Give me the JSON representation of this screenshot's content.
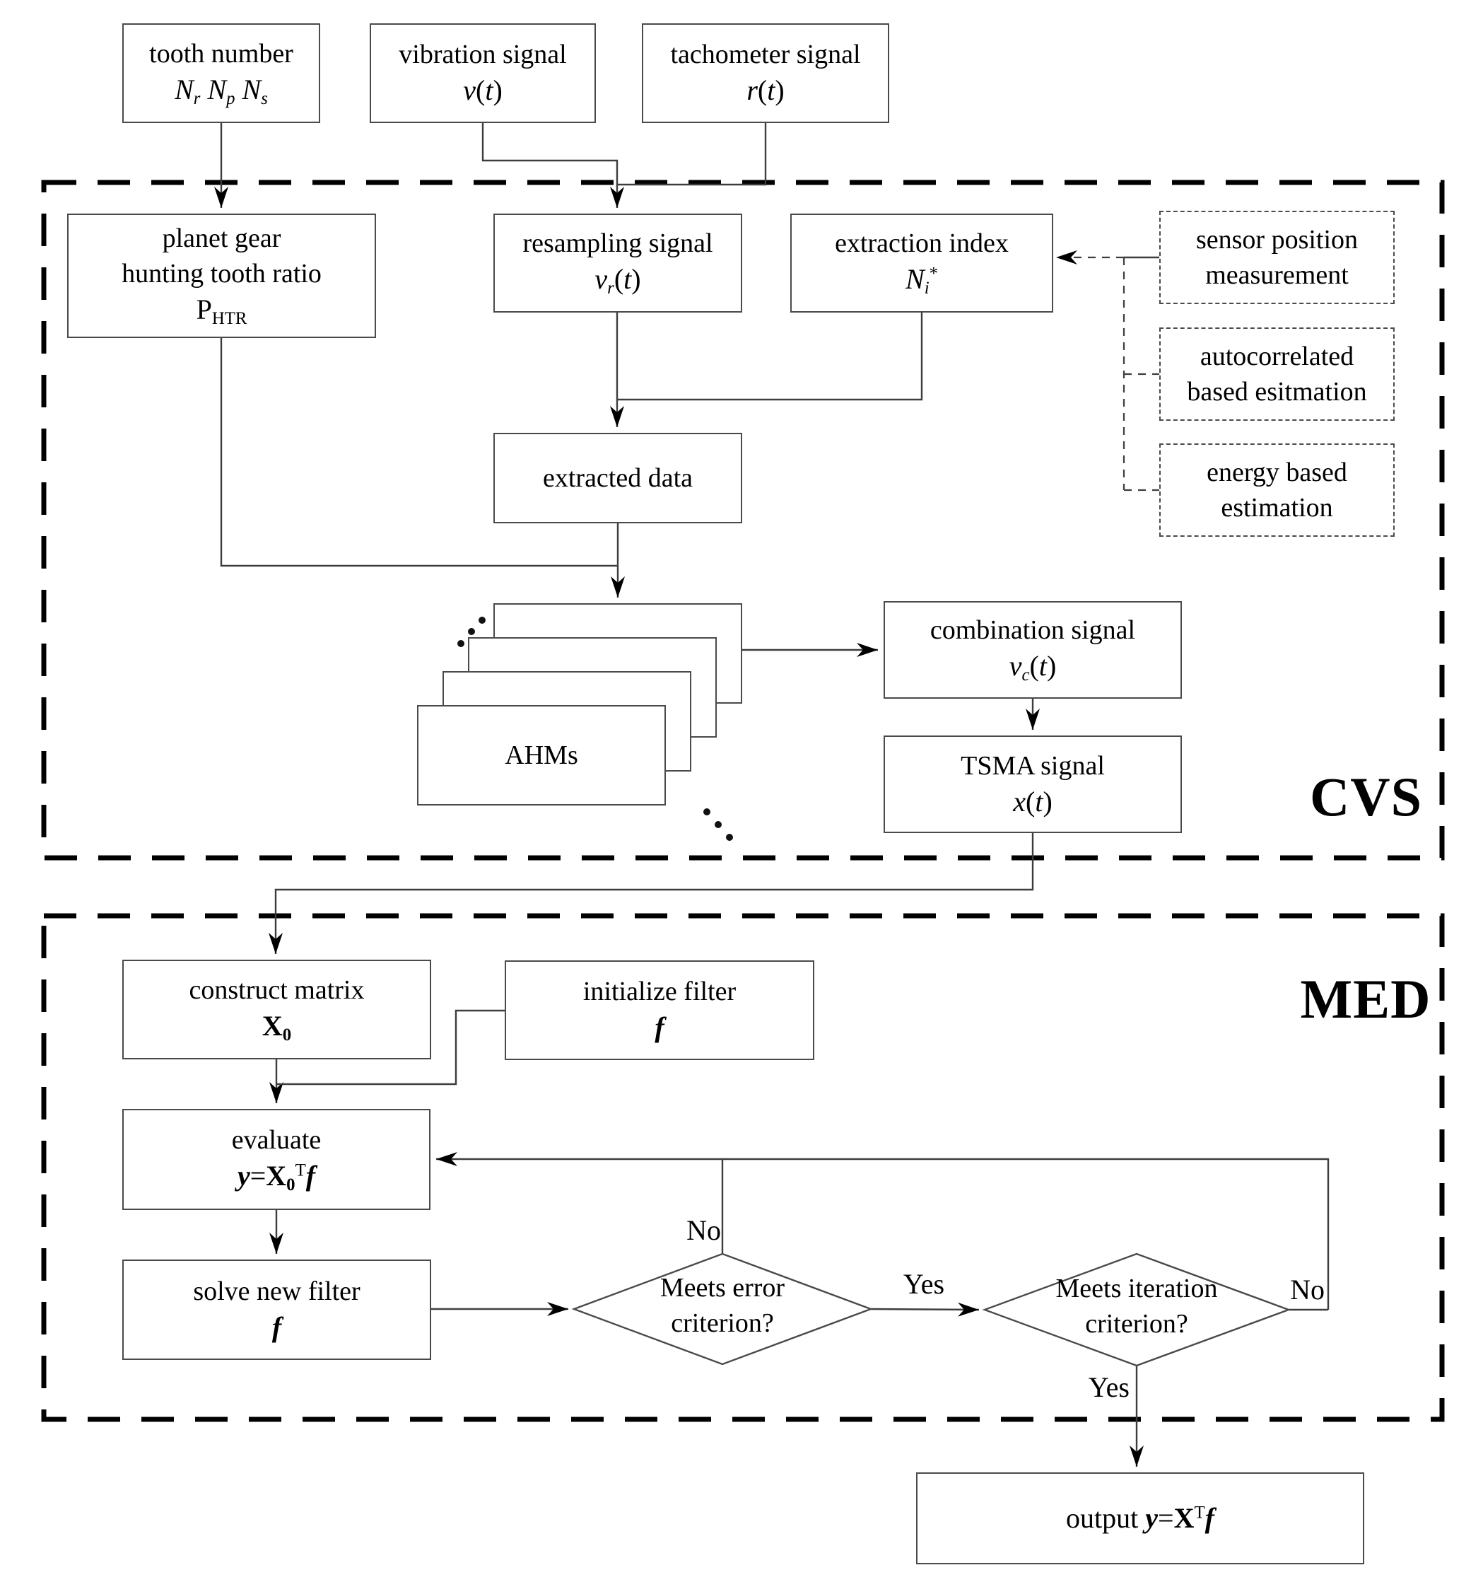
{
  "colors": {
    "ink": "#000000",
    "line": "#3d3d3d",
    "background": "#ffffff"
  },
  "sections": {
    "cvs": {
      "label": "CVS"
    },
    "med": {
      "label": "MED"
    }
  },
  "nodes": {
    "tooth_number": {
      "title": "tooth number",
      "formula": [
        {
          "t": "N",
          "s": "i"
        },
        {
          "t": "r",
          "s": "i sub"
        },
        {
          "t": " ",
          "s": ""
        },
        {
          "t": "N",
          "s": "i"
        },
        {
          "t": "p",
          "s": "i sub"
        },
        {
          "t": " ",
          "s": ""
        },
        {
          "t": "N",
          "s": "i"
        },
        {
          "t": "s",
          "s": "i sub"
        }
      ]
    },
    "vibration_signal": {
      "title": "vibration signal",
      "formula": [
        {
          "t": "v",
          "s": "i"
        },
        {
          "t": "(",
          "s": ""
        },
        {
          "t": "t",
          "s": "i"
        },
        {
          "t": ")",
          "s": ""
        }
      ]
    },
    "tachometer_signal": {
      "title": "tachometer signal",
      "formula": [
        {
          "t": "r",
          "s": "i"
        },
        {
          "t": "(",
          "s": ""
        },
        {
          "t": "t",
          "s": "i"
        },
        {
          "t": ")",
          "s": ""
        }
      ]
    },
    "planet_gear": {
      "line1": "planet gear",
      "line2": "hunting tooth ratio",
      "formula": [
        {
          "t": "P",
          "s": ""
        },
        {
          "t": "HTR",
          "s": "sub"
        }
      ]
    },
    "resampling_signal": {
      "title": "resampling signal",
      "formula": [
        {
          "t": "v",
          "s": "i"
        },
        {
          "t": "r",
          "s": "i sub"
        },
        {
          "t": "(",
          "s": ""
        },
        {
          "t": "t",
          "s": "i"
        },
        {
          "t": ")",
          "s": ""
        }
      ]
    },
    "extraction_index": {
      "title": "extraction index",
      "formula": [
        {
          "t": "N",
          "s": "i"
        },
        {
          "t": "i",
          "s": "i sub"
        },
        {
          "t": "*",
          "s": "sup"
        }
      ]
    },
    "sensor_position": {
      "line1": "sensor position",
      "line2": "measurement"
    },
    "autocorrelated": {
      "line1": "autocorrelated",
      "line2": "based esitmation"
    },
    "energy_based": {
      "line1": "energy based",
      "line2": "estimation"
    },
    "extracted_data": {
      "title": "extracted data"
    },
    "ahms": {
      "title": "AHMs"
    },
    "combination_signal": {
      "title": "combination signal",
      "formula": [
        {
          "t": "v",
          "s": "i"
        },
        {
          "t": "c",
          "s": "i sub"
        },
        {
          "t": "(",
          "s": ""
        },
        {
          "t": "t",
          "s": "i"
        },
        {
          "t": ")",
          "s": ""
        }
      ]
    },
    "tsma_signal": {
      "title": "TSMA signal",
      "formula": [
        {
          "t": "x",
          "s": "i"
        },
        {
          "t": "(",
          "s": ""
        },
        {
          "t": "t",
          "s": "i"
        },
        {
          "t": ")",
          "s": ""
        }
      ]
    },
    "construct_matrix": {
      "title": "construct matrix",
      "formula": [
        {
          "t": "X",
          "s": "b"
        },
        {
          "t": "0",
          "s": "b sub"
        }
      ]
    },
    "initialize_filter": {
      "title": "initialize filter",
      "formula": [
        {
          "t": "f",
          "s": "bi"
        }
      ]
    },
    "evaluate": {
      "title": "evaluate",
      "formula": [
        {
          "t": "y",
          "s": "bi"
        },
        {
          "t": "=",
          "s": ""
        },
        {
          "t": "X",
          "s": "b"
        },
        {
          "t": "0",
          "s": "b sub"
        },
        {
          "t": "T",
          "s": "sup"
        },
        {
          "t": "f",
          "s": "bi"
        }
      ]
    },
    "solve_new_filter": {
      "title": "solve new filter",
      "formula": [
        {
          "t": "f",
          "s": "bi"
        }
      ]
    },
    "decision_error": {
      "line1": "Meets error",
      "line2": "criterion?"
    },
    "decision_iteration": {
      "line1": "Meets iteration",
      "line2": "criterion?"
    },
    "output": {
      "formula": [
        {
          "t": "output ",
          "s": ""
        },
        {
          "t": "y",
          "s": "bi"
        },
        {
          "t": "=",
          "s": ""
        },
        {
          "t": "X",
          "s": "b"
        },
        {
          "t": "T",
          "s": "sup"
        },
        {
          "t": "f",
          "s": "bi"
        }
      ]
    }
  },
  "edge_labels": {
    "no_error": "No",
    "yes_error": "Yes",
    "no_iteration": "No",
    "yes_iteration": "Yes"
  }
}
